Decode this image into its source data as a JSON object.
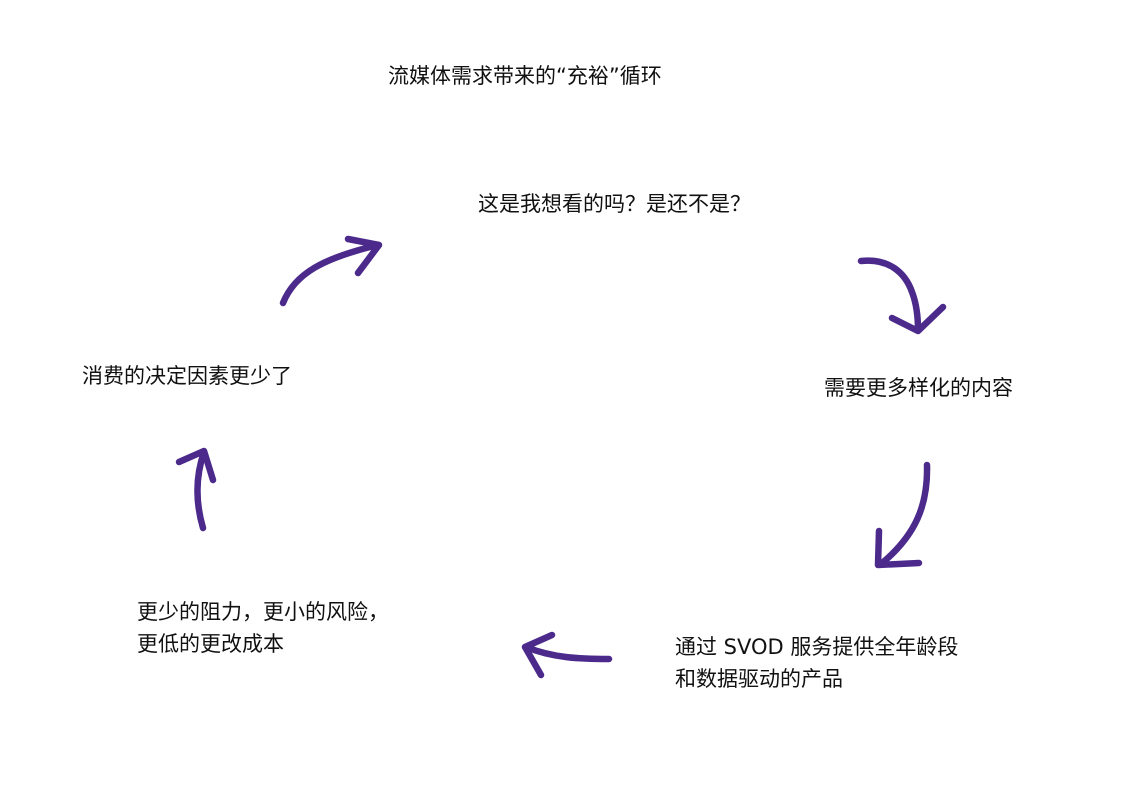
{
  "diagram": {
    "title": "流媒体需求带来的“充裕”循环",
    "accent_color": "#4b2a8c",
    "nodes": [
      {
        "id": "content-question",
        "lines": [
          "这是我想看的吗？是还不是？"
        ]
      },
      {
        "id": "diverse-content",
        "lines": [
          "需要更多样化的内容"
        ]
      },
      {
        "id": "svod-service",
        "lines": [
          "通过 SVOD 服务提供全年龄段",
          "和数据驱动的产品"
        ]
      },
      {
        "id": "less-friction",
        "lines": [
          "更少的阻力，更小的风险，",
          "更低的更改成本"
        ]
      },
      {
        "id": "fewer-factors",
        "lines": [
          "消费的决定因素更少了"
        ]
      }
    ],
    "arrows": [
      {
        "from": "content-question",
        "to": "diverse-content"
      },
      {
        "from": "diverse-content",
        "to": "svod-service"
      },
      {
        "from": "svod-service",
        "to": "less-friction"
      },
      {
        "from": "less-friction",
        "to": "fewer-factors"
      },
      {
        "from": "fewer-factors",
        "to": "content-question"
      }
    ]
  }
}
